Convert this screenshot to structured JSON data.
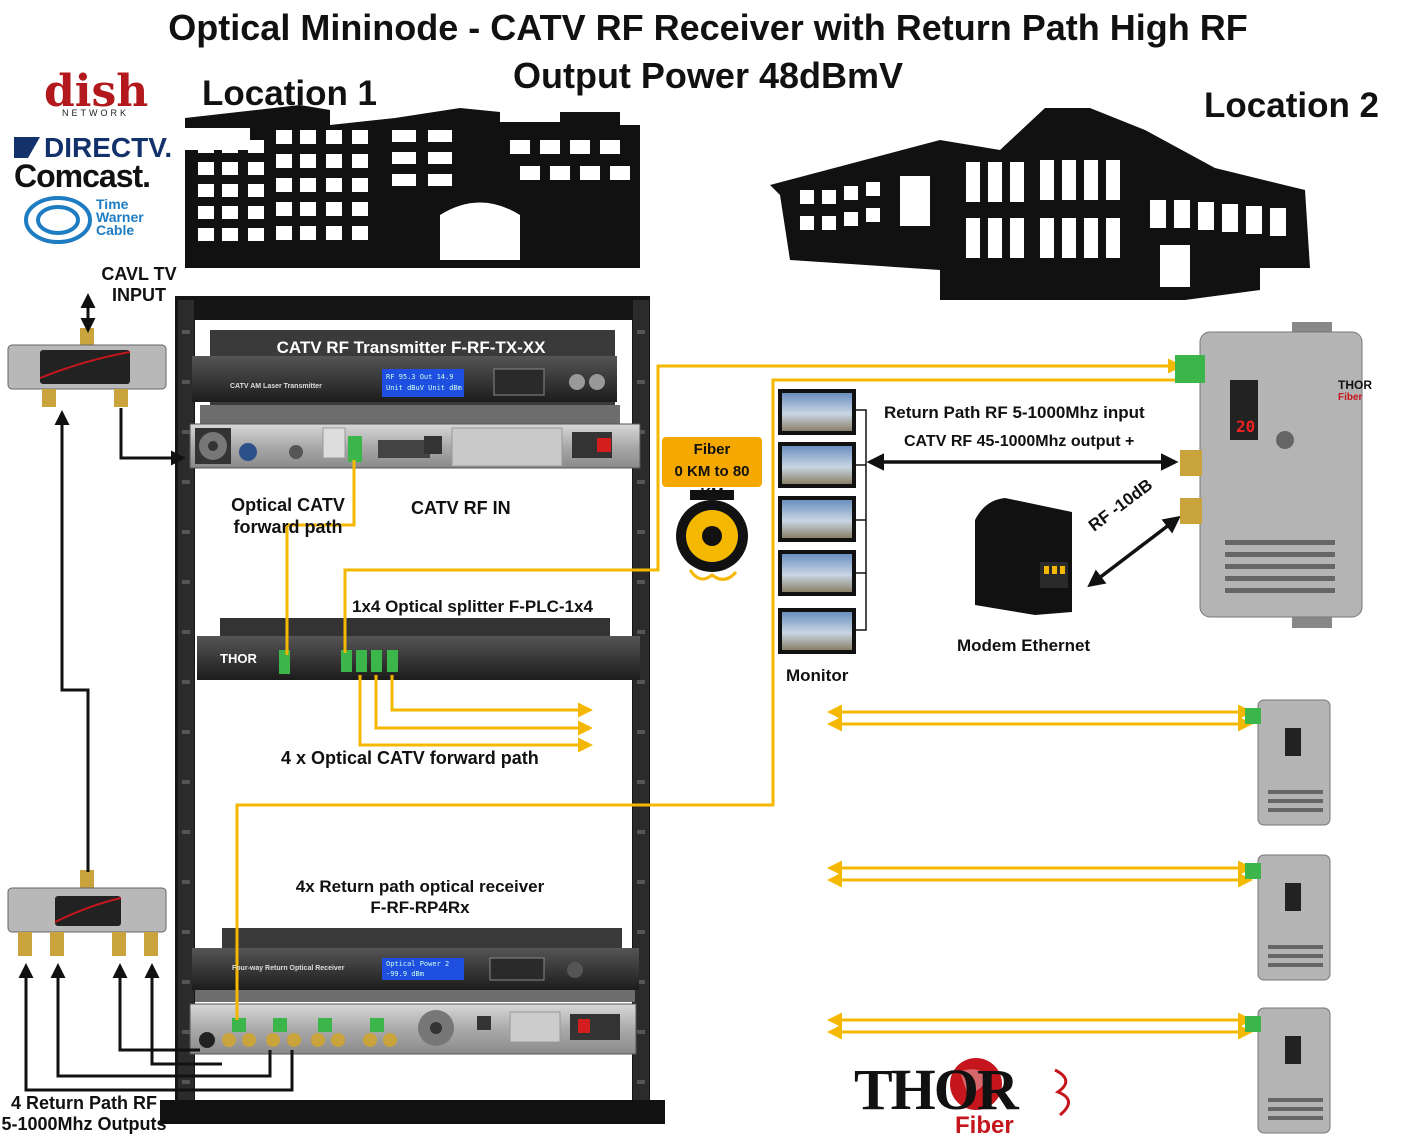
{
  "title": {
    "line1": "Optical Mininode - CATV RF Receiver with Return Path High RF",
    "line2": "Output Power 48dBmV"
  },
  "locations": {
    "location1": "Location 1",
    "location2": "Location 2"
  },
  "providers": {
    "dish": "dish",
    "dish_network": "NETWORK",
    "directv": "DIRECTV.",
    "comcast": "Comcast.",
    "twc_line1": "Time",
    "twc_line2": "Warner",
    "twc_line3": "Cable"
  },
  "labels": {
    "cavl_tv_line1": "CAVL TV",
    "cavl_tv_line2": "INPUT",
    "optical_catv_line1": "Optical CATV",
    "optical_catv_line2": "forward path",
    "catv_rf_in": "CATV RF IN",
    "splitter": "1x4 Optical splitter  F-PLC-1x4",
    "four_forward": "4 x Optical CATV forward path",
    "return_receiver_line1": "4x Return path optical receiver",
    "return_receiver_line2": "F-RF-RP4Rx",
    "return_outputs_line1": "4 Return Path RF",
    "return_outputs_line2": "5-1000Mhz Outputs",
    "return_path_input": "Return Path RF 5-1000Mhz input",
    "catv_output": "CATV RF 45-1000Mhz output +",
    "rf_minus": "RF  -10dB",
    "modem": "Modem Ethernet",
    "monitor": "Monitor",
    "fiber_line1": "Fiber",
    "fiber_line2": "0 KM to 80 KM"
  },
  "rack": {
    "transmitter": "CATV RF Transmitter F-RF-TX-XX",
    "tx_subtitle": "CATV AM Laser Transmitter",
    "rx_subtitle": "Four-way Return Optical Receiver",
    "tx_display_1": "RF 95.3   Out 14.9",
    "tx_display_2": "Unit dBuV  Unit dBm",
    "rx_display_1": "Optical Power 2",
    "rx_display_2": "-99.9 dBm"
  },
  "brand": {
    "thor": "THOR",
    "fiber": "Fiber"
  },
  "colors": {
    "fiber": "#f5b800",
    "rack": "#1a1a1a",
    "accent": "#c4161c"
  }
}
